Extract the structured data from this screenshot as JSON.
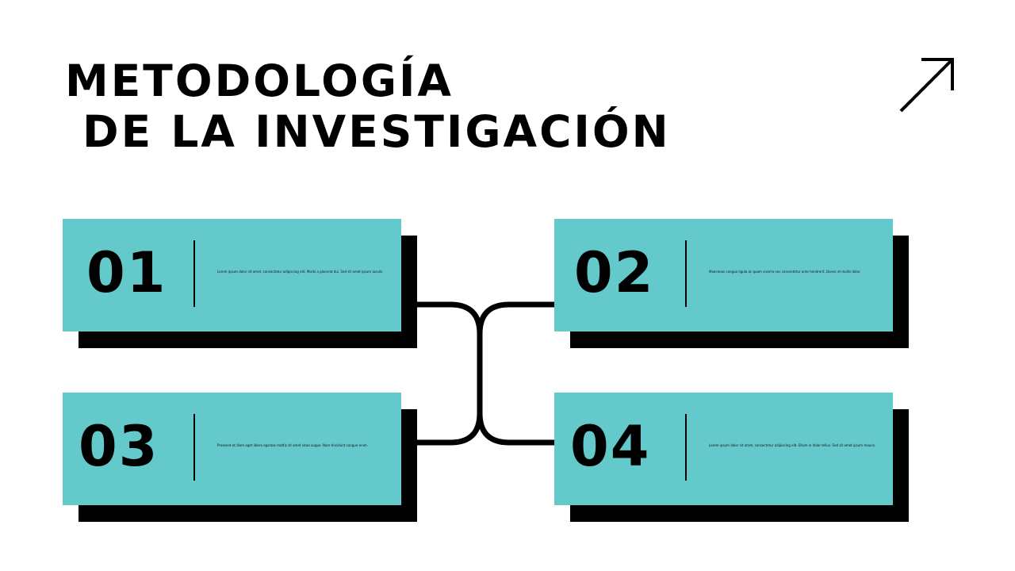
{
  "title": {
    "line1": "METODOLOGÍA",
    "line2": "DE LA INVESTIGACIÓN"
  },
  "icons": {
    "top_right": "arrow-up-right-icon"
  },
  "colors": {
    "card_fill": "#63c9cb",
    "card_shadow": "#000000",
    "connector": "#000000",
    "text": "#000000",
    "background": "#ffffff"
  },
  "steps": [
    {
      "number": "01",
      "text": "Lorem ipsum dolor sit amet, consectetur adipiscing elit. Morbi a placerat dui. Sed sit amet ipsum iaculis."
    },
    {
      "number": "02",
      "text": "Maecenas congue ligula ac quam viverra nec consectetur ante hendrerit. Donec et mollis dolor."
    },
    {
      "number": "03",
      "text": "Praesent et diam eget libero egestas mattis sit amet vitae augue. Nam tincidunt congue enim."
    },
    {
      "number": "04",
      "text": "Lorem ipsum dolor sit amet, consectetur adipiscing elit. Etiam in dolor tellus. Sed sit amet ipsum mauris."
    }
  ]
}
